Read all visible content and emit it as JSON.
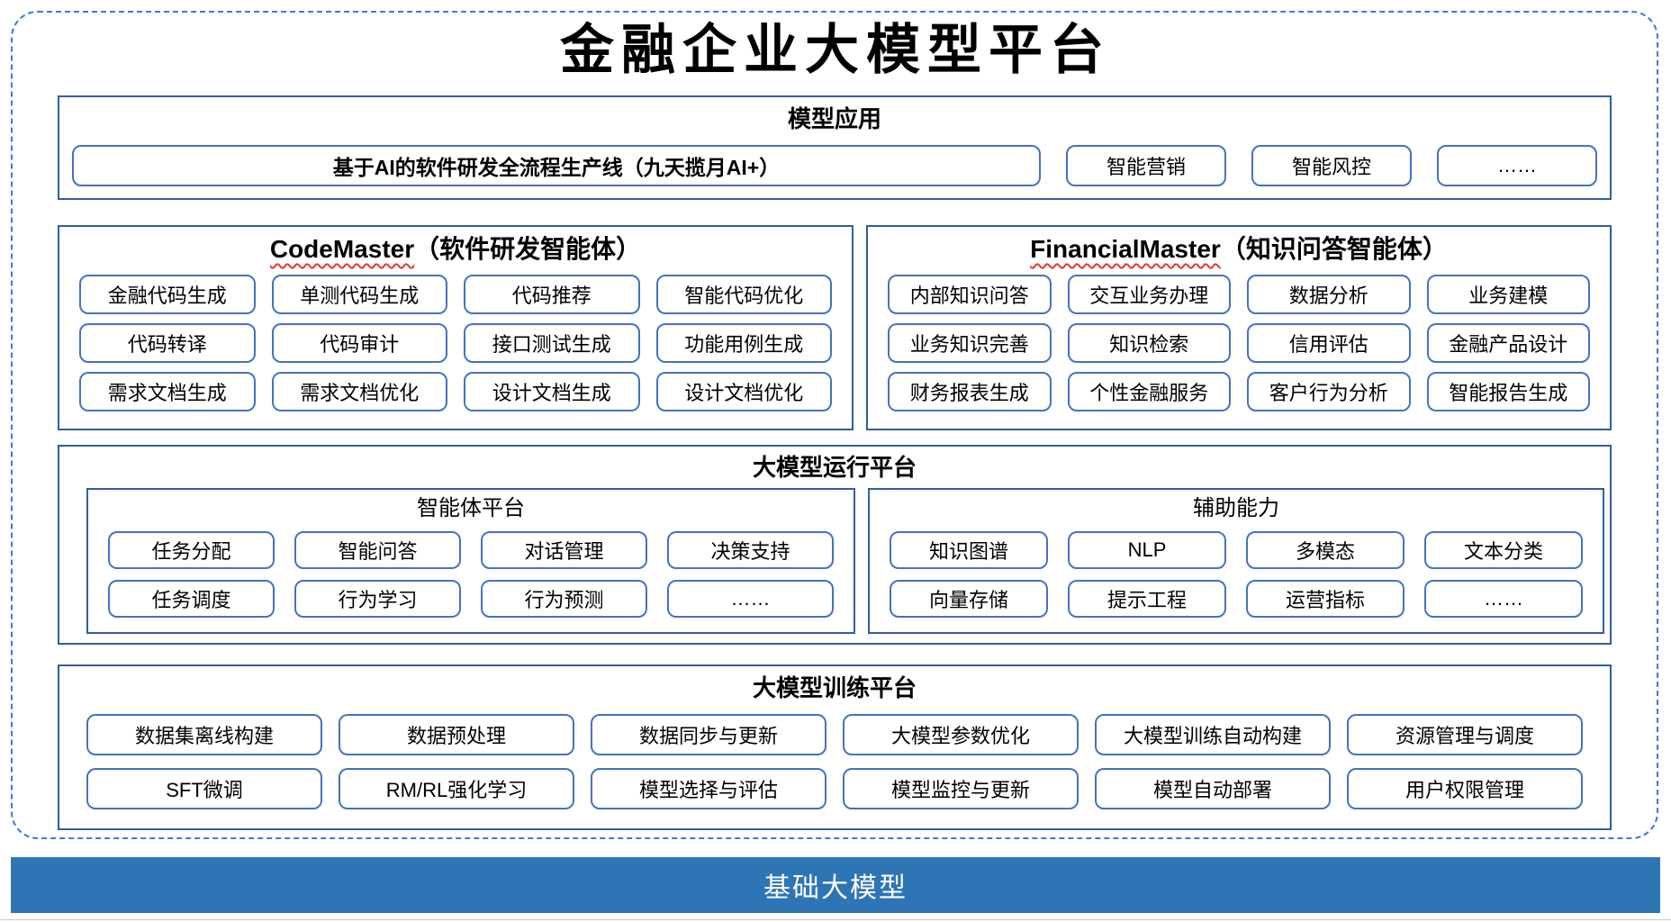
{
  "page_title": "金融企业大模型平台",
  "colors": {
    "outer_dashed_border": "#4076d8",
    "section_border": "#2e5fa3",
    "item_border": "#4472c4",
    "spellcheck_underline": "#e03a2f",
    "foundation_bar": "#2e75b6"
  },
  "model_app": {
    "header": "模型应用",
    "pipeline": "基于AI的软件研发全流程生产线（九天揽月AI+）",
    "items": [
      "智能营销",
      "智能风控",
      "……"
    ]
  },
  "code_master": {
    "name": "CodeMaster",
    "subtitle": "（软件研发智能体）",
    "items": [
      "金融代码生成",
      "单测代码生成",
      "代码推荐",
      "智能代码优化",
      "代码转译",
      "代码审计",
      "接口测试生成",
      "功能用例生成",
      "需求文档生成",
      "需求文档优化",
      "设计文档生成",
      "设计文档优化"
    ]
  },
  "financial_master": {
    "name": "FinancialMaster",
    "subtitle": "（知识问答智能体）",
    "items": [
      "内部知识问答",
      "交互业务办理",
      "数据分析",
      "业务建模",
      "业务知识完善",
      "知识检索",
      "信用评估",
      "金融产品设计",
      "财务报表生成",
      "个性金融服务",
      "客户行为分析",
      "智能报告生成"
    ]
  },
  "runtime": {
    "header": "大模型运行平台",
    "agent_platform": {
      "title": "智能体平台",
      "items": [
        "任务分配",
        "智能问答",
        "对话管理",
        "决策支持",
        "任务调度",
        "行为学习",
        "行为预测",
        "……"
      ]
    },
    "auxiliary": {
      "title": "辅助能力",
      "items": [
        "知识图谱",
        "NLP",
        "多模态",
        "文本分类",
        "向量存储",
        "提示工程",
        "运营指标",
        "……"
      ]
    }
  },
  "training": {
    "header": "大模型训练平台",
    "items": [
      "数据集离线构建",
      "数据预处理",
      "数据同步与更新",
      "大模型参数优化",
      "大模型训练自动构建",
      "资源管理与调度",
      "SFT微调",
      "RM/RL强化学习",
      "模型选择与评估",
      "模型监控与更新",
      "模型自动部署",
      "用户权限管理"
    ]
  },
  "foundation": {
    "label": "基础大模型"
  }
}
